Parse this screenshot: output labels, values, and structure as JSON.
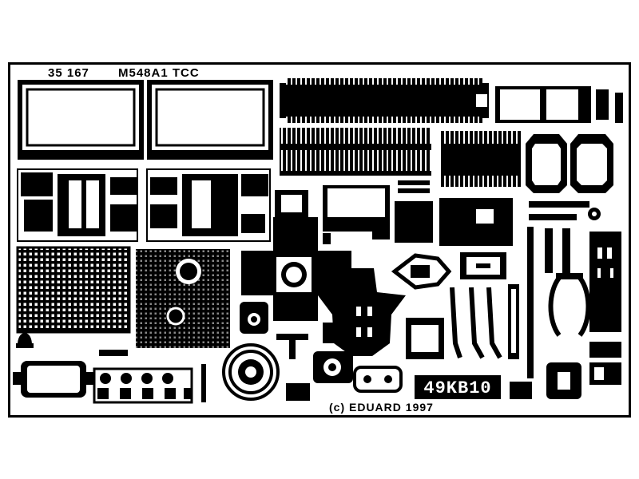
{
  "sheet": {
    "code": "35 167",
    "title": "M548A1 TCC",
    "copyright": "(c) EDUARD 1997",
    "plate_text": "49KB10",
    "background": "#ffffff",
    "ink": "#000000"
  }
}
